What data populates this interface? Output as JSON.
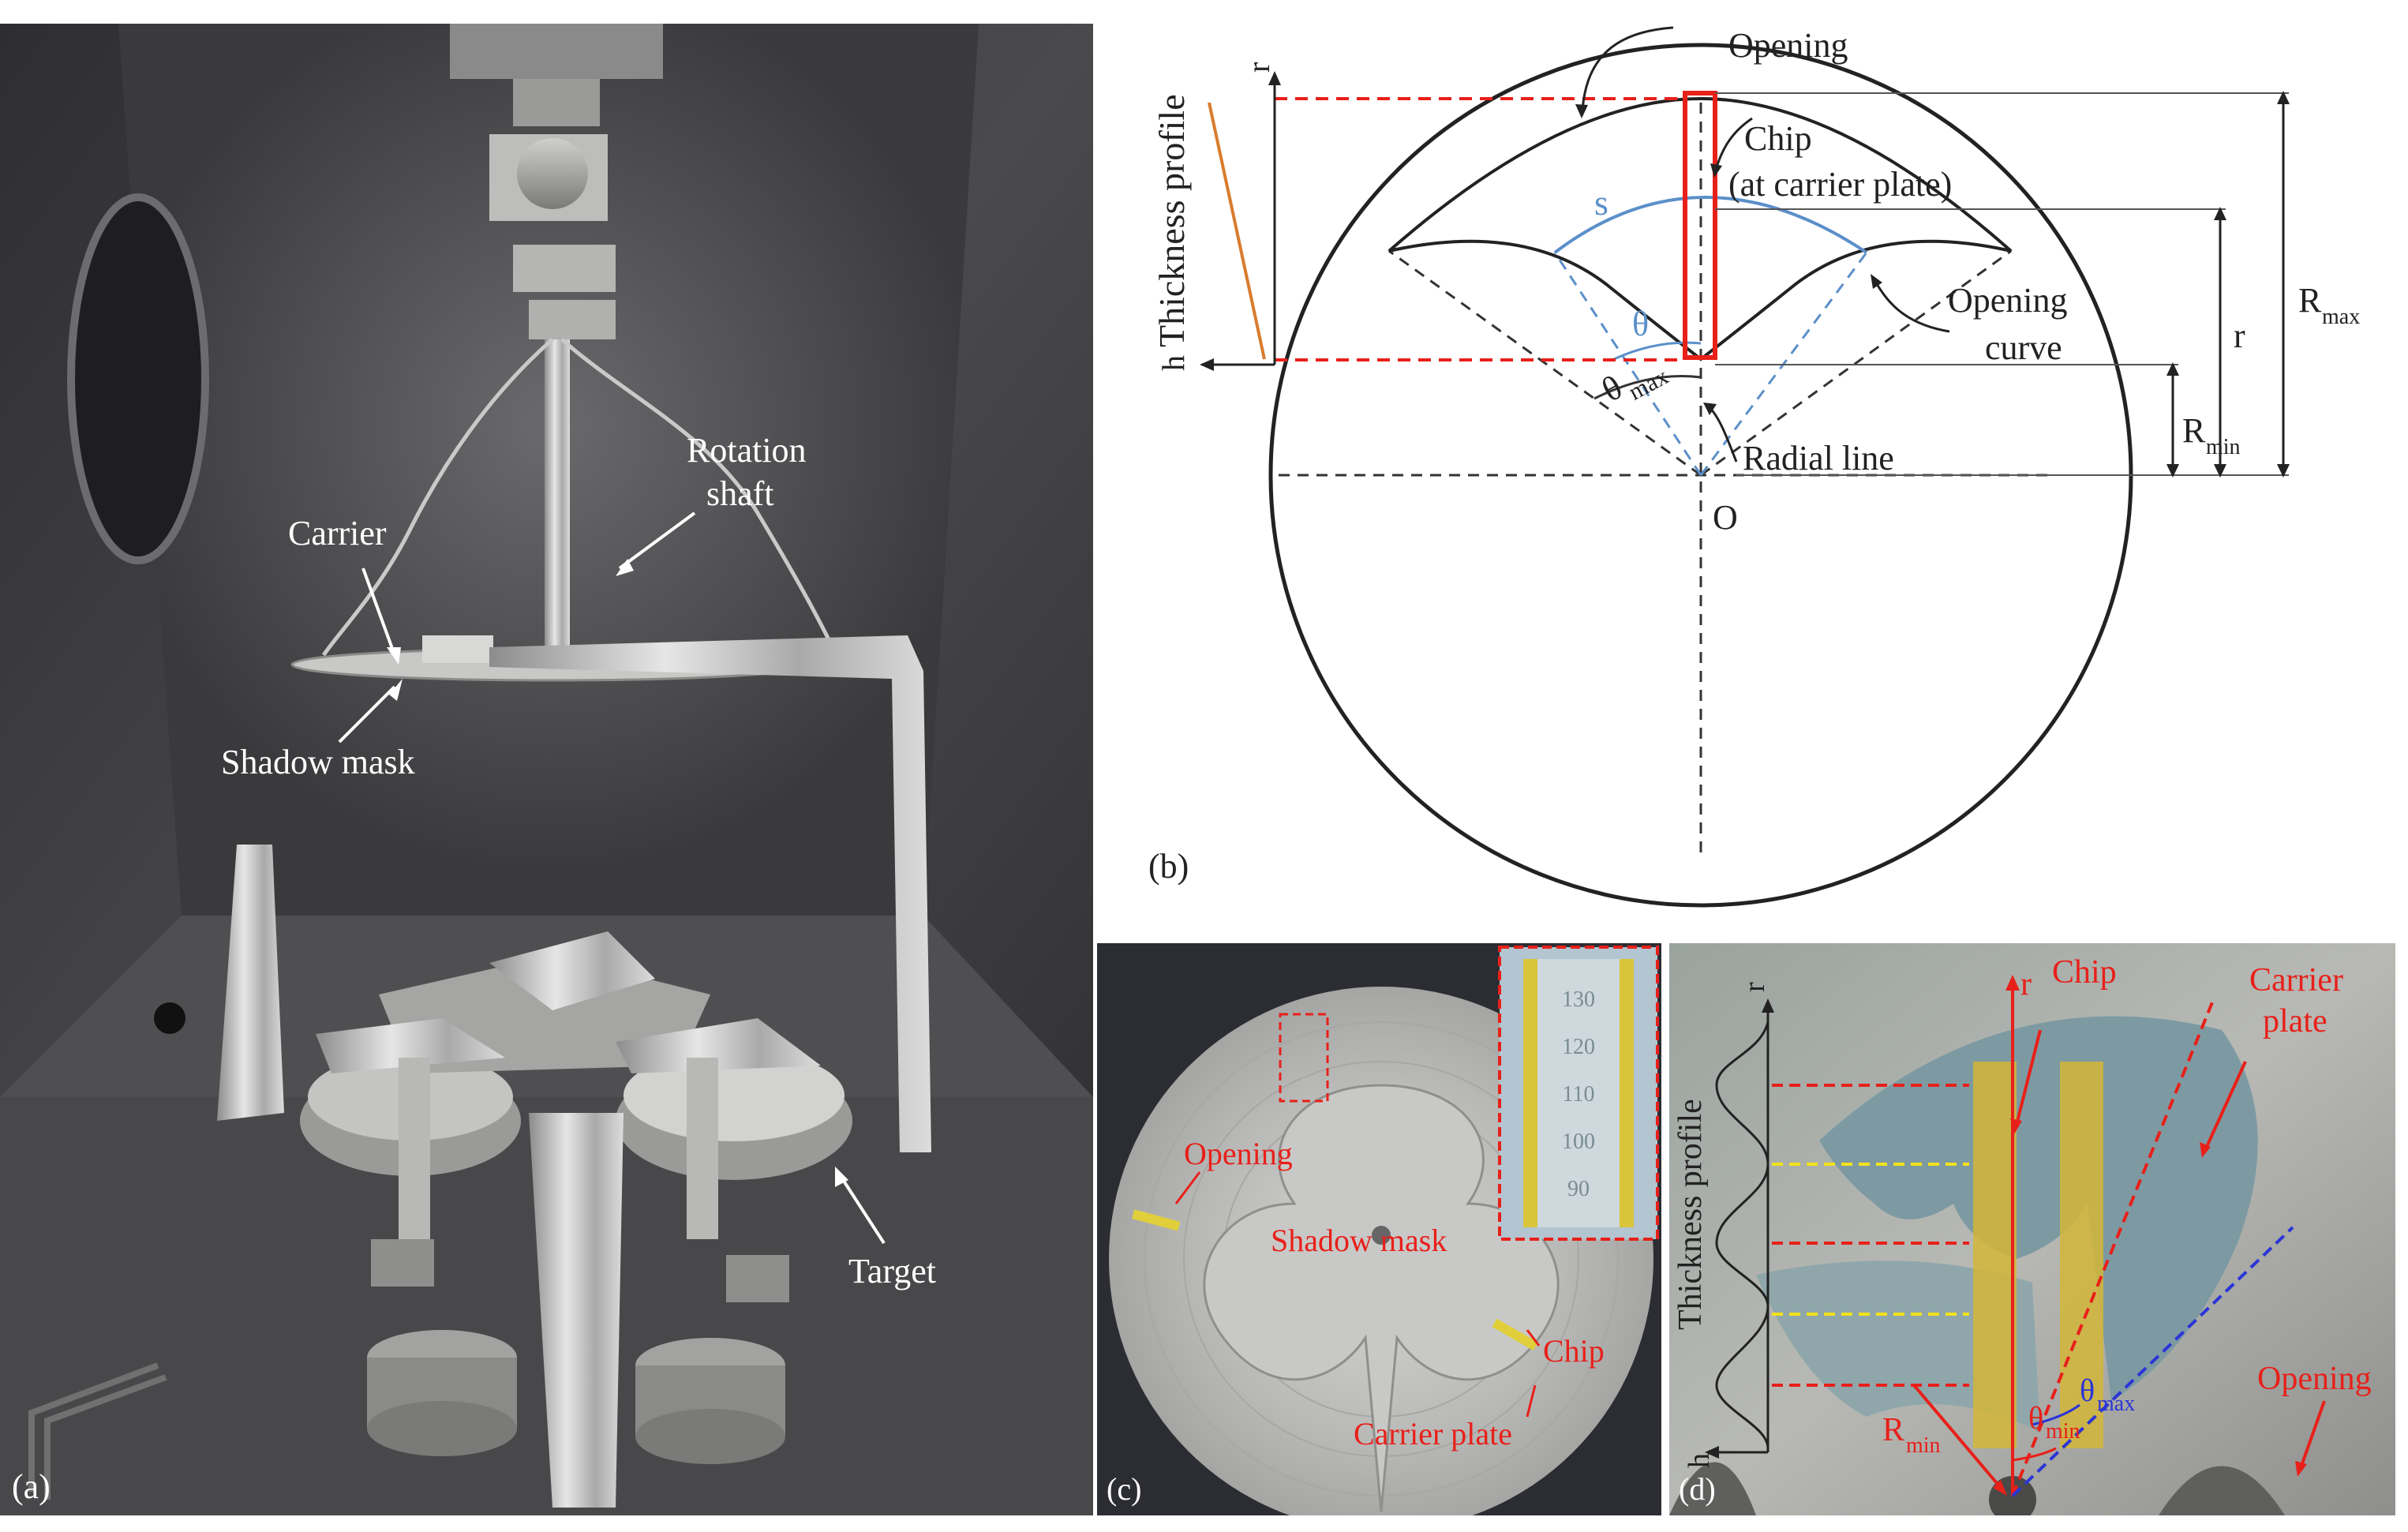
{
  "figure": {
    "panel_a": {
      "letter": "(a)",
      "labels": {
        "rotation_shaft_1": "Rotation",
        "rotation_shaft_2": "shaft",
        "carrier": "Carrier",
        "shadow_mask": "Shadow mask",
        "target": "Target"
      }
    },
    "panel_b": {
      "letter": "(b)",
      "labels": {
        "opening": "Opening",
        "chip_1": "Chip",
        "chip_2": "(at carrier plate)",
        "s": "s",
        "theta": "θ",
        "theta_max": "θ",
        "theta_max_sub": "max",
        "opening_curve_1": "Opening",
        "opening_curve_2": "curve",
        "radial_line": "Radial line",
        "origin": "O",
        "thickness_profile": "Thickness profile",
        "h": "h",
        "r_axis": "r",
        "r": "r",
        "r_max": "R",
        "r_max_sub": "max",
        "r_min": "R",
        "r_min_sub": "min"
      }
    },
    "panel_c": {
      "letter": "(c)",
      "labels": {
        "opening": "Opening",
        "shadow_mask": "Shadow mask",
        "chip": "Chip",
        "carrier_plate": "Carrier plate"
      },
      "inset_ticks": [
        "130",
        "120",
        "110",
        "100",
        "90"
      ]
    },
    "panel_d": {
      "letter": "(d)",
      "labels": {
        "thickness_profile": "Thickness profile",
        "r_axis": "r",
        "h": "h",
        "r": "r",
        "chip": "Chip",
        "carrier_plate_1": "Carrier",
        "carrier_plate_2": "plate",
        "theta_max": "θ",
        "theta_max_sub": "max",
        "theta_min": "θ",
        "theta_min_sub": "min",
        "r_min": "R",
        "r_min_sub": "min",
        "opening": "Opening"
      }
    },
    "colors": {
      "annotation_red": "#e8201a",
      "blue_arc": "#5b8fc9",
      "dashed_blue": "#2b35d6",
      "dashed_yellow": "#f2e21a",
      "orange_line": "#d97b2e",
      "chamber_dark": "#3c3c3e",
      "metal": "#b9bab8"
    }
  }
}
